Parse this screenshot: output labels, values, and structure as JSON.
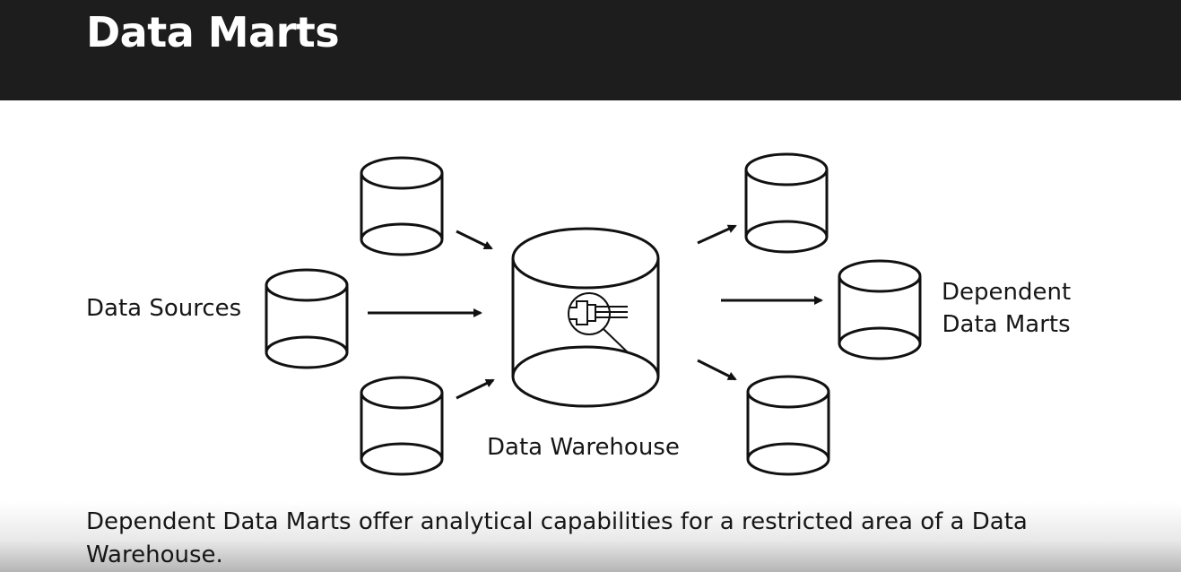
{
  "slide": {
    "title": "Data Marts",
    "caption": "Dependent Data Marts offer analytical capabilities for a restricted area of a Data Warehouse."
  },
  "diagram": {
    "sources_label": "Data Sources",
    "warehouse_label": "Data Warehouse",
    "marts_label_line1": "Dependent",
    "marts_label_line2": "Data Marts"
  },
  "colors": {
    "title_bar": "#1d1d1d",
    "title_text": "#ffffff",
    "stroke": "#111111",
    "text": "#161616"
  }
}
